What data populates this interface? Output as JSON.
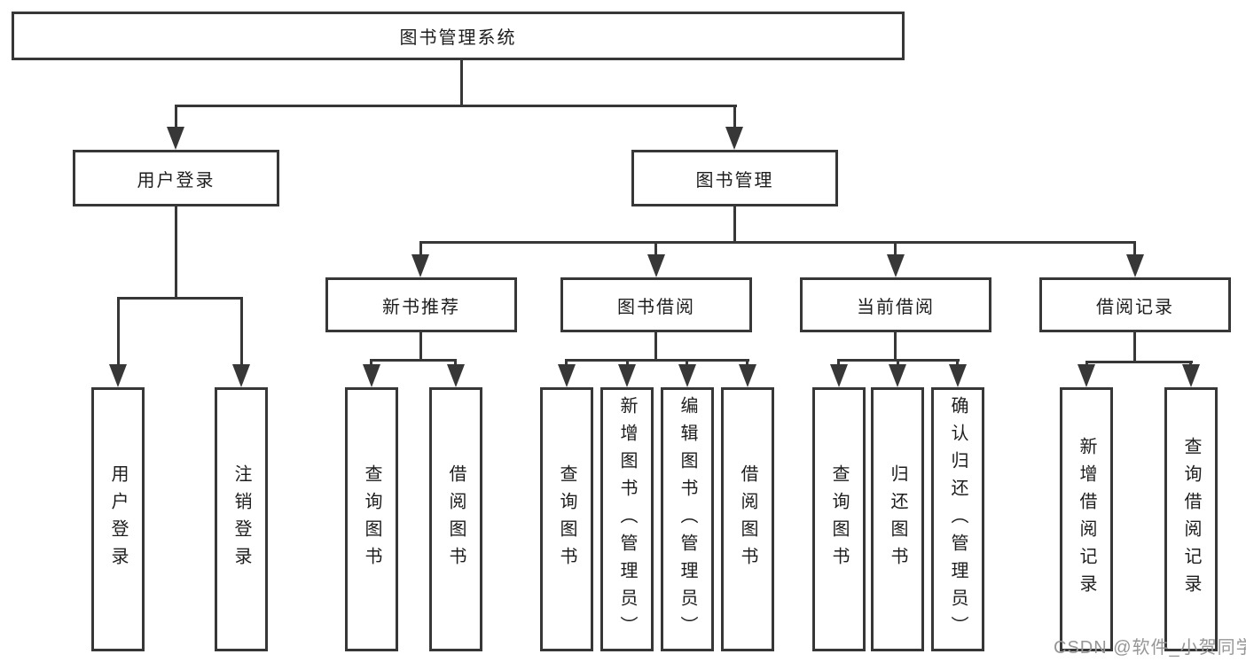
{
  "page": {
    "background": "#ffffff",
    "line_color": "#373737",
    "watermark": "CSDN @软件_小贺同学",
    "watermark_color": "#969696"
  },
  "tree": {
    "label": "图书管理系统",
    "children": [
      {
        "label": "用户登录",
        "children": [
          {
            "label": "用户登录"
          },
          {
            "label": "注销登录"
          }
        ]
      },
      {
        "label": "图书管理",
        "children": [
          {
            "label": "新书推荐",
            "children": [
              {
                "label": "查询图书"
              },
              {
                "label": "借阅图书"
              }
            ]
          },
          {
            "label": "图书借阅",
            "children": [
              {
                "label": "查询图书"
              },
              {
                "label": "新增图书（管理员）"
              },
              {
                "label": "编辑图书（管理员）"
              },
              {
                "label": "借阅图书"
              }
            ]
          },
          {
            "label": "当前借阅",
            "children": [
              {
                "label": "查询图书"
              },
              {
                "label": "归还图书"
              },
              {
                "label": "确认归还（管理员）"
              }
            ]
          },
          {
            "label": "借阅记录",
            "children": [
              {
                "label": "新增借阅记录"
              },
              {
                "label": "查询借阅记录"
              }
            ]
          }
        ]
      }
    ]
  }
}
